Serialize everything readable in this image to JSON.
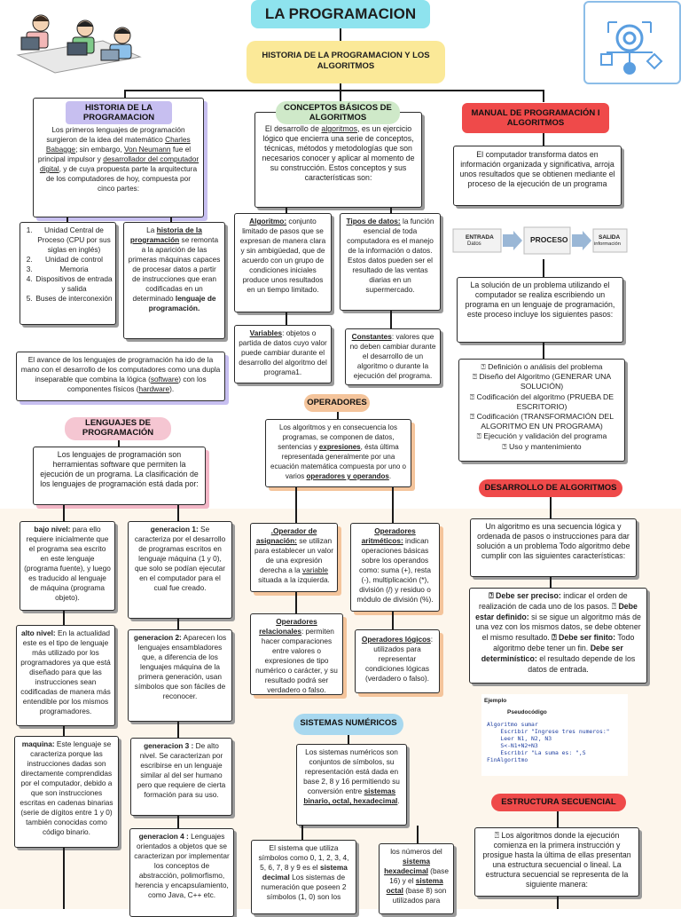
{
  "colors": {
    "title_bg": "#8ee3ee",
    "header_bg": "#fbe998",
    "purple": "#c7bff0",
    "green": "#cfe9c9",
    "red": "#ef4a4a",
    "pink": "#f5c6d2",
    "orange": "#f4c49b",
    "blue": "#a8d8ef"
  },
  "icons": {
    "people": "people-at-computers-icon",
    "process": "process-diagram-icon"
  },
  "title": "LA PROGRAMACION",
  "subtitle": "HISTORIA DE LA PROGRAMACION Y LOS ALGORITMOS",
  "hist": {
    "label": "HISTORIA DE LA PROGRAMACION",
    "intro_a": "Los primeros lenguajes de programación surgieron de la idea del matemático ",
    "intro_b": "Charles Babagge",
    "intro_c": "; sin embargo, ",
    "intro_d": "Von Neumann",
    "intro_e": " fue el principal impulsor y ",
    "intro_f": "desarrollador del computador digital",
    "intro_g": ", y de cuya propuesta parte la arquitectura de los computadores de hoy, compuesta por cinco partes:",
    "parts": [
      "Unidad Central de Proceso (CPU por sus siglas en inglés)",
      "Unidad de control",
      "Memoria",
      "Dispositivos de entrada y salida",
      "Buses de interconexión"
    ],
    "right_a": "La ",
    "right_b": "historia de la programación",
    "right_c": " se remonta a la aparición de las primeras máquinas capaces de procesar datos a partir de instrucciones que eran codificadas en un determinado ",
    "right_d": "lenguaje de programación.",
    "adv_a": "El avance de los lenguajes de programación ha ido de la mano con el desarrollo de los computadores como una dupla inseparable que combina la lógica (",
    "adv_b": "software",
    "adv_c": ") con los componentes físicos (",
    "adv_d": "hardware",
    "adv_e": ")."
  },
  "lang": {
    "label": "LENGUAJES DE PROGRAMACIÓN",
    "intro": "Los lenguajes de programación son herramientas software que permiten la ejecución de un programa. La clasificación de los lenguajes de programación está dada por:",
    "bajo_t": "bajo nivel:",
    "bajo": " para ello requiere inicialmente que el programa sea escrito en este lenguaje (programa fuente), y luego es traducido al lenguaje de máquina (programa objeto).",
    "alto_t": "alto nivel:",
    "alto": " En la actualidad este es el tipo de lenguaje más utilizado por los programadores ya que está diseñado para que las instrucciones sean codificadas de manera más entendible por los mismos programadores.",
    "maq_t": "maquina:",
    "maq": " Este lenguaje se caracteriza porque las instrucciones dadas son directamente comprendidas por el computador, debido a que son instrucciones escritas en cadenas binarias (serie de dígitos entre 1 y 0) también conocidas como código binario.",
    "g1_t": "generacion 1:",
    "g1": " Se caracteriza por el desarrollo de programas escritos en lenguaje máquina (1 y 0), que solo se podían ejecutar en el computador para el cual fue creado.",
    "g2_t": "generacion 2:",
    "g2": " Aparecen los lenguajes ensambladores que, a diferencia de los lenguajes máquina de la primera generación, usan símbolos que son fáciles de reconocer.",
    "g3_t": "generacion 3 :",
    "g3": " De alto nivel. Se caracterizan por escribirse en un lenguaje similar al del ser humano pero que requiere de cierta formación para su uso.",
    "g4_t": "generacion 4 :",
    "g4": " Lenguajes orientados a objetos que se caracterizan por implementar los conceptos de abstracción, polimorfismo, herencia y encapsulamiento, como Java, C++ etc."
  },
  "conc": {
    "label": "CONCEPTOS BÁSICOS DE ALGORITMOS",
    "intro_a": "El desarrollo de ",
    "intro_b": "algoritmos",
    "intro_c": ", es un ejercicio lógico que encierra una serie de conceptos, técnicas, métodos y metodologías que son necesarios conocer y aplicar al momento de su construcción. Estos conceptos y sus características son:",
    "alg_t": "Algoritmo:",
    "alg": " conjunto limitado de pasos que se expresan de manera clara y sin ambigüedad, que de acuerdo con un grupo de condiciones iniciales produce unos resultados en un tiempo limitado.",
    "tip_t": "Tipos de datos:",
    "tip": " la función esencial de toda computadora es el manejo de la información o datos. Estos datos pueden ser el resultado de las ventas diarias en un supermercado.",
    "var_t": "Variables",
    "var": ": objetos o partida de datos cuyo valor puede cambiar durante el desarrollo del algoritmo del programa1.",
    "con_t": "Constantes",
    "con": ": valores que no deben cambiar durante el desarrollo de un algoritmo o durante la ejecución del programa."
  },
  "ops": {
    "label": "OPERADORES",
    "intro_a": "Los algoritmos y en consecuencia los programas, se componen de datos, sentencias y ",
    "intro_b": "expresiones",
    "intro_c": ", ésta última representada generalmente por una ecuación matemática compuesta por uno o varios ",
    "intro_d": "operadores y operandos",
    "intro_e": ".",
    "asig_t": ".Operador de asignación:",
    "asig": " se utilizan para establecer un valor de una expresión derecha a la ",
    "asig_u": "variable",
    "asig_e": " situada a la izquierda.",
    "arit_t": "Operadores aritméticos:",
    "arit": " indican operaciones básicas sobre los operandos como: suma (+), resta (-), multiplicación (*), división (/) y residuo o módulo de división (%).",
    "rel_t": "Operadores relacionales",
    "rel": ": permiten hacer comparaciones entre valores o expresiones de tipo numérico o carácter, y su resultado podrá ser verdadero o falso.",
    "log_t": "Operadores lógicos",
    "log": ": utilizados para representar condiciones lógicas (verdadero o falso)."
  },
  "sist": {
    "label": "SISTEMAS NUMÉRICOS",
    "intro_a": "Los sistemas numéricos son conjuntos de símbolos, su representación está dada en base 2, 8 y 16 permitiendo su conversión entre ",
    "intro_b": "sistemas binario, octal, hexadecimal",
    "intro_c": ".",
    "dec_a": "El sistema que utiliza símbolos como 0, 1, 2, 3, 4, 5, 6, 7, 8 y 9 es el ",
    "dec_b": "sistema decimal",
    "dec_c": " Los sistemas de numeración que poseen 2 símbolos (1, 0) son los",
    "hex_a": "los números del ",
    "hex_b": "sistema hexadecimal",
    "hex_c": " (base 16) y el ",
    "hex_d": "sistema octal",
    "hex_e": " (base 8) son utilizados para"
  },
  "manual": {
    "label": "MANUAL DE PROGRAMACIÓN I ALGORITMOS",
    "intro": "El computador transforma datos en información organizada y significativa, arroja unos resultados que se obtienen mediante el proceso de la ejecución de un programa",
    "entrada": "ENTRADA",
    "datos": "Datos",
    "proceso": "PROCESO",
    "salida": "SALIDA",
    "informacion": "información",
    "sol": "La solución de un problema utilizando el computador se realiza escribiendo un programa en un lenguaje de programación, este proceso incluye los siguientes pasos:",
    "steps": [
      "⍰ Definición o análisis del problema",
      "⍰ Diseño del Algoritmo (GENERAR UNA SOLUCIÓN)",
      "⍰ Codificación del algoritmo (PRUEBA DE ESCRITORIO)",
      "⍰ Codificación (TRANSFORMACIÓN DEL ALGORITMO EN UN PROGRAMA)",
      "⍰ Ejecución y validación del programa",
      "⍰ Uso y mantenimiento"
    ]
  },
  "des": {
    "label": "DESARROLLO DE ALGORITMOS",
    "intro": "Un algoritmo es una secuencia lógica y ordenada de pasos o instrucciones para dar solución a un problema Todo algoritmo debe cumplir con las siguientes características:",
    "p1_t": "⍰ Debe ser preciso:",
    "p1": " indicar el orden de realización de cada uno de los pasos. ⍰",
    "p2_t": "Debe estar definido:",
    "p2": " si se sigue un algoritmo más de una vez con los mismos datos, se debe obtener el mismo resultado.",
    "p3_t": "⍰ Debe ser finito:",
    "p3": " Todo algoritmo debe tener un fin. ",
    "p4_t": "Debe ser determinístico:",
    "p4": " el resultado depende de los datos de entrada.",
    "ej": "Ejemplo",
    "pseudo": "Pseudocódigo",
    "code": [
      "Algoritmo sumar",
      "    Escribir \"Ingrese tres numeros:\"",
      "    Leer N1, N2, N3",
      "    S<-N1+N2+N3",
      "    Escribir \"La suma es: \",S",
      "FinAlgoritmo"
    ]
  },
  "sec": {
    "label": "ESTRUCTURA SECUENCIAL",
    "text": "⍰ Los algoritmos donde la ejecución comienza en la primera instrucción y prosigue hasta la última de ellas presentan una estructura secuencial o lineal. La estructura secuencial se representa de la siguiente manera:"
  }
}
